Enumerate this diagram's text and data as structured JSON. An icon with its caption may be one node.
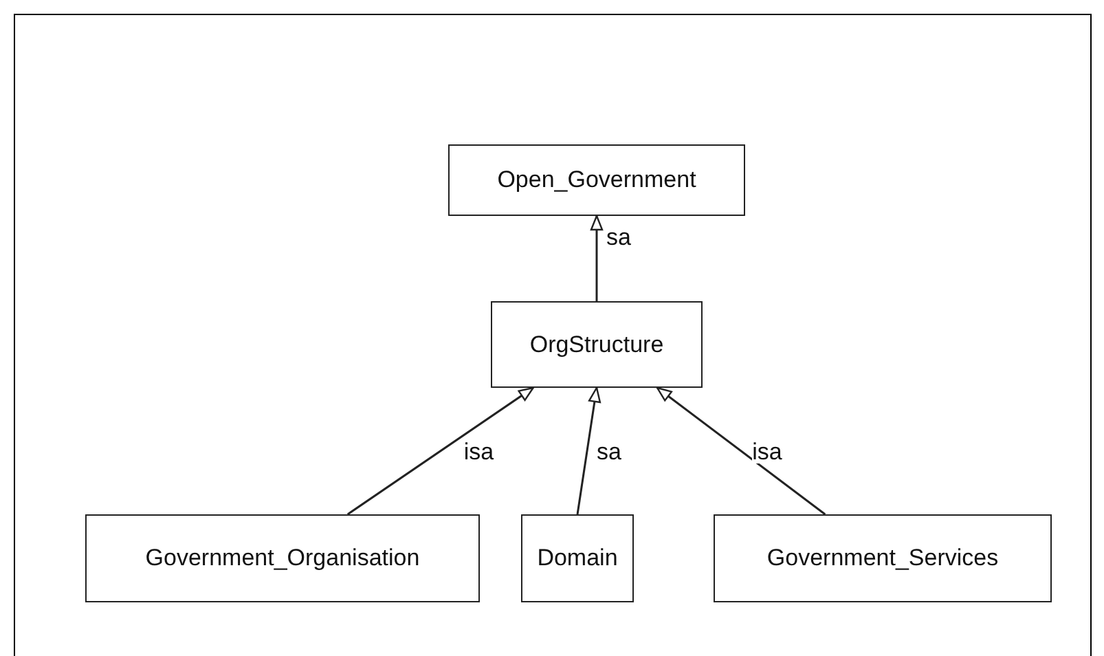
{
  "diagram": {
    "nodes": [
      {
        "text": [
          "Open_Government"
        ]
      },
      {
        "text": [
          "OrgStructure"
        ]
      },
      {
        "text": [
          "Government_Organisation"
        ]
      },
      {
        "text": [
          "Domain"
        ]
      },
      {
        "text": [
          "Government_Services"
        ]
      }
    ],
    "edges": [
      {
        "from": 1,
        "to": 0,
        "arrow": "to",
        "label": "sa"
      },
      {
        "from": 2,
        "to": 1,
        "arrow": "to",
        "label": "isa"
      },
      {
        "from": 3,
        "to": 1,
        "arrow": "to",
        "label": "sa"
      },
      {
        "from": 4,
        "to": 1,
        "arrow": "to",
        "label": "isa"
      }
    ]
  }
}
